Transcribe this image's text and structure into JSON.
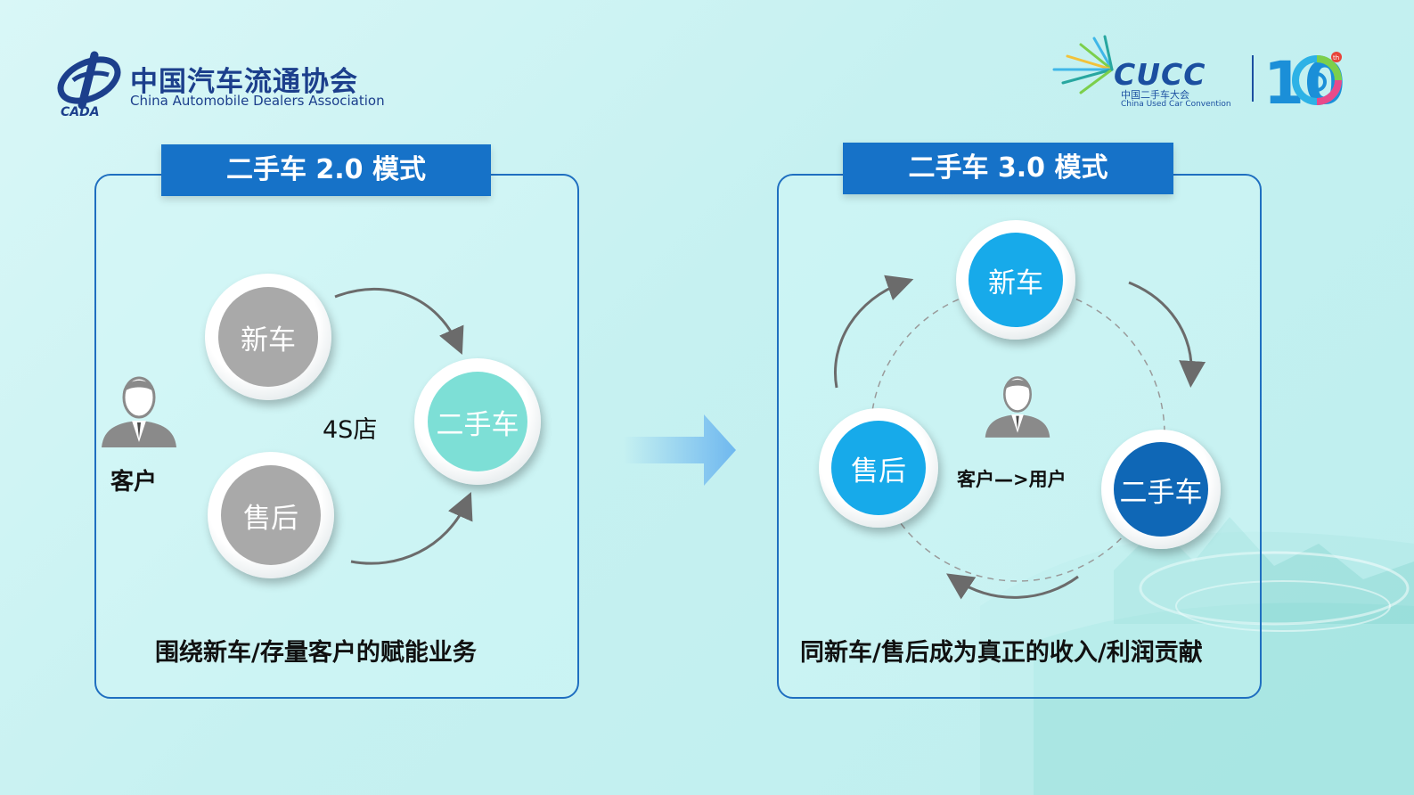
{
  "header": {
    "org_cn": "中国汽车流通协会",
    "org_en": "China Automobile Dealers Association",
    "org_logo_text": "CADA",
    "event_title": "CUCC",
    "event_cn": "中国二手车大会",
    "event_en": "China Used Car Convention",
    "anniversary": "10",
    "anniversary_suffix": "th"
  },
  "left_panel": {
    "title": "二手车 2.0 模式",
    "nodes": {
      "new_car": "新车",
      "after_sales": "售后",
      "used_car": "二手车"
    },
    "center_label": "4S店",
    "customer_label": "客户",
    "caption": "围绕新车/存量客户的赋能业务"
  },
  "right_panel": {
    "title": "二手车 3.0 模式",
    "nodes": {
      "new_car": "新车",
      "after_sales": "售后",
      "used_car": "二手车"
    },
    "center_label": "客户—>用户",
    "caption": "同新车/售后成为真正的收入/利润贡献"
  },
  "colors": {
    "title_bar": "#1672c8",
    "gray_node": "#a9a9a9",
    "teal_node": "#7ddfd6",
    "blue_node": "#17aaea",
    "dark_blue_node": "#0f67b6",
    "arrow": "#6fb8ef"
  }
}
